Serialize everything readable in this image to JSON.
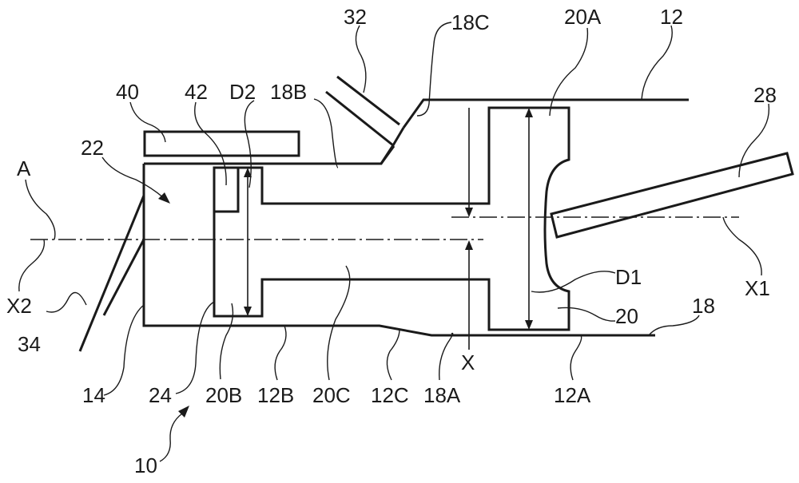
{
  "figure": {
    "type": "patent technical drawing (cross-section)",
    "labels": {
      "l32": "32",
      "l18C": "18C",
      "l20A": "20A",
      "l12": "12",
      "l40": "40",
      "l42": "42",
      "lD2": "D2",
      "l18B": "18B",
      "l28": "28",
      "l22": "22",
      "lA": "A",
      "lX2": "X2",
      "lX1": "X1",
      "lD1": "D1",
      "l20": "20",
      "l18": "18",
      "l34": "34",
      "lX": "X",
      "l14": "14",
      "l24": "24",
      "l20B": "20B",
      "l12B": "12B",
      "l20C": "20C",
      "l12C": "12C",
      "l18A": "18A",
      "l12A": "12A",
      "l10": "10"
    }
  }
}
